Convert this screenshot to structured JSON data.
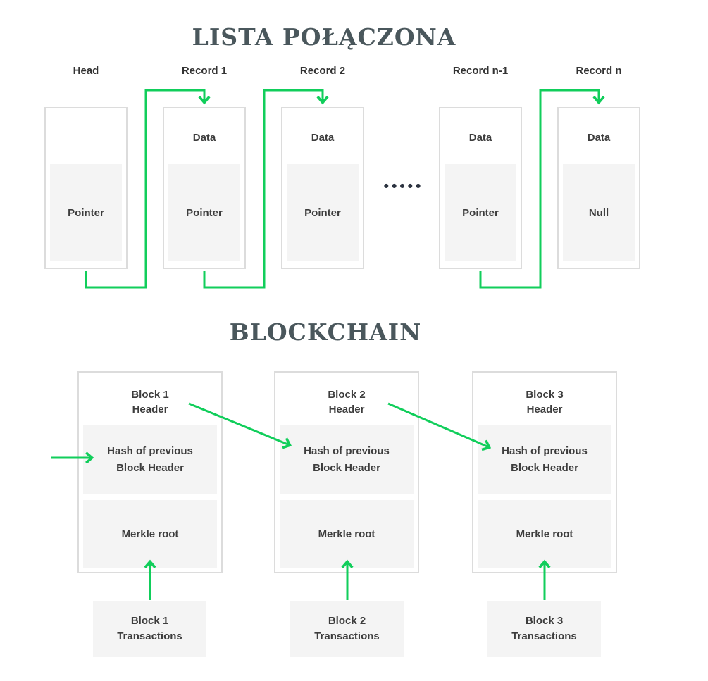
{
  "colors": {
    "accent-green": "#11ce5b",
    "title-color": "#4a575c",
    "box-border": "#dcdcdc",
    "panel-fill": "#f4f4f4",
    "text-dark": "#3d3d3d",
    "label-dark": "#333333",
    "dots-color": "#2c3340"
  },
  "linked_list": {
    "title": "LISTA POŁĄCZONA",
    "ellipsis": "•••••",
    "nodes": [
      {
        "label": "Head",
        "data_label": "",
        "pointer_label": "Pointer"
      },
      {
        "label": "Record 1",
        "data_label": "Data",
        "pointer_label": "Pointer"
      },
      {
        "label": "Record 2",
        "data_label": "Data",
        "pointer_label": "Pointer"
      },
      {
        "label": "Record n-1",
        "data_label": "Data",
        "pointer_label": "Pointer"
      },
      {
        "label": "Record n",
        "data_label": "Data",
        "pointer_label": "Null"
      }
    ]
  },
  "blockchain": {
    "title": "BLOCKCHAIN",
    "blocks": [
      {
        "header_line1": "Block 1",
        "header_line2": "Header",
        "hash_line1": "Hash of previous",
        "hash_line2": "Block Header",
        "merkle_label": "Merkle root",
        "tx_line1": "Block 1",
        "tx_line2": "Transactions"
      },
      {
        "header_line1": "Block 2",
        "header_line2": "Header",
        "hash_line1": "Hash of previous",
        "hash_line2": "Block Header",
        "merkle_label": "Merkle root",
        "tx_line1": "Block 2",
        "tx_line2": "Transactions"
      },
      {
        "header_line1": "Block 3",
        "header_line2": "Header",
        "hash_line1": "Hash of previous",
        "hash_line2": "Block Header",
        "merkle_label": "Merkle root",
        "tx_line1": "Block 3",
        "tx_line2": "Transactions"
      }
    ]
  }
}
